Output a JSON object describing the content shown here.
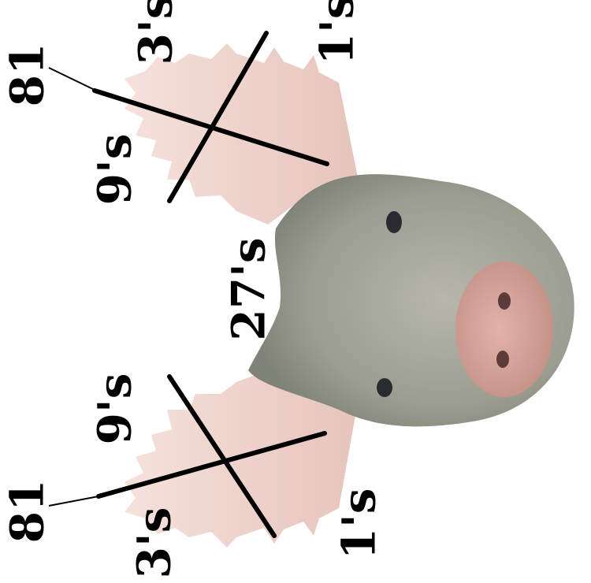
{
  "labels": {
    "top_right_ones": "1's",
    "top_right_threes": "3's",
    "top_left_eightyone": "81",
    "top_nines": "9's",
    "center": "27's",
    "bottom_nines": "9's",
    "bottom_left_eightyone": "81",
    "bottom_threes": "3's",
    "bottom_ones": "1's"
  },
  "colors": {
    "ear": "#f0d6cf",
    "head": "#9a9c90",
    "snout": "#d9a69c",
    "line": "#000000"
  }
}
